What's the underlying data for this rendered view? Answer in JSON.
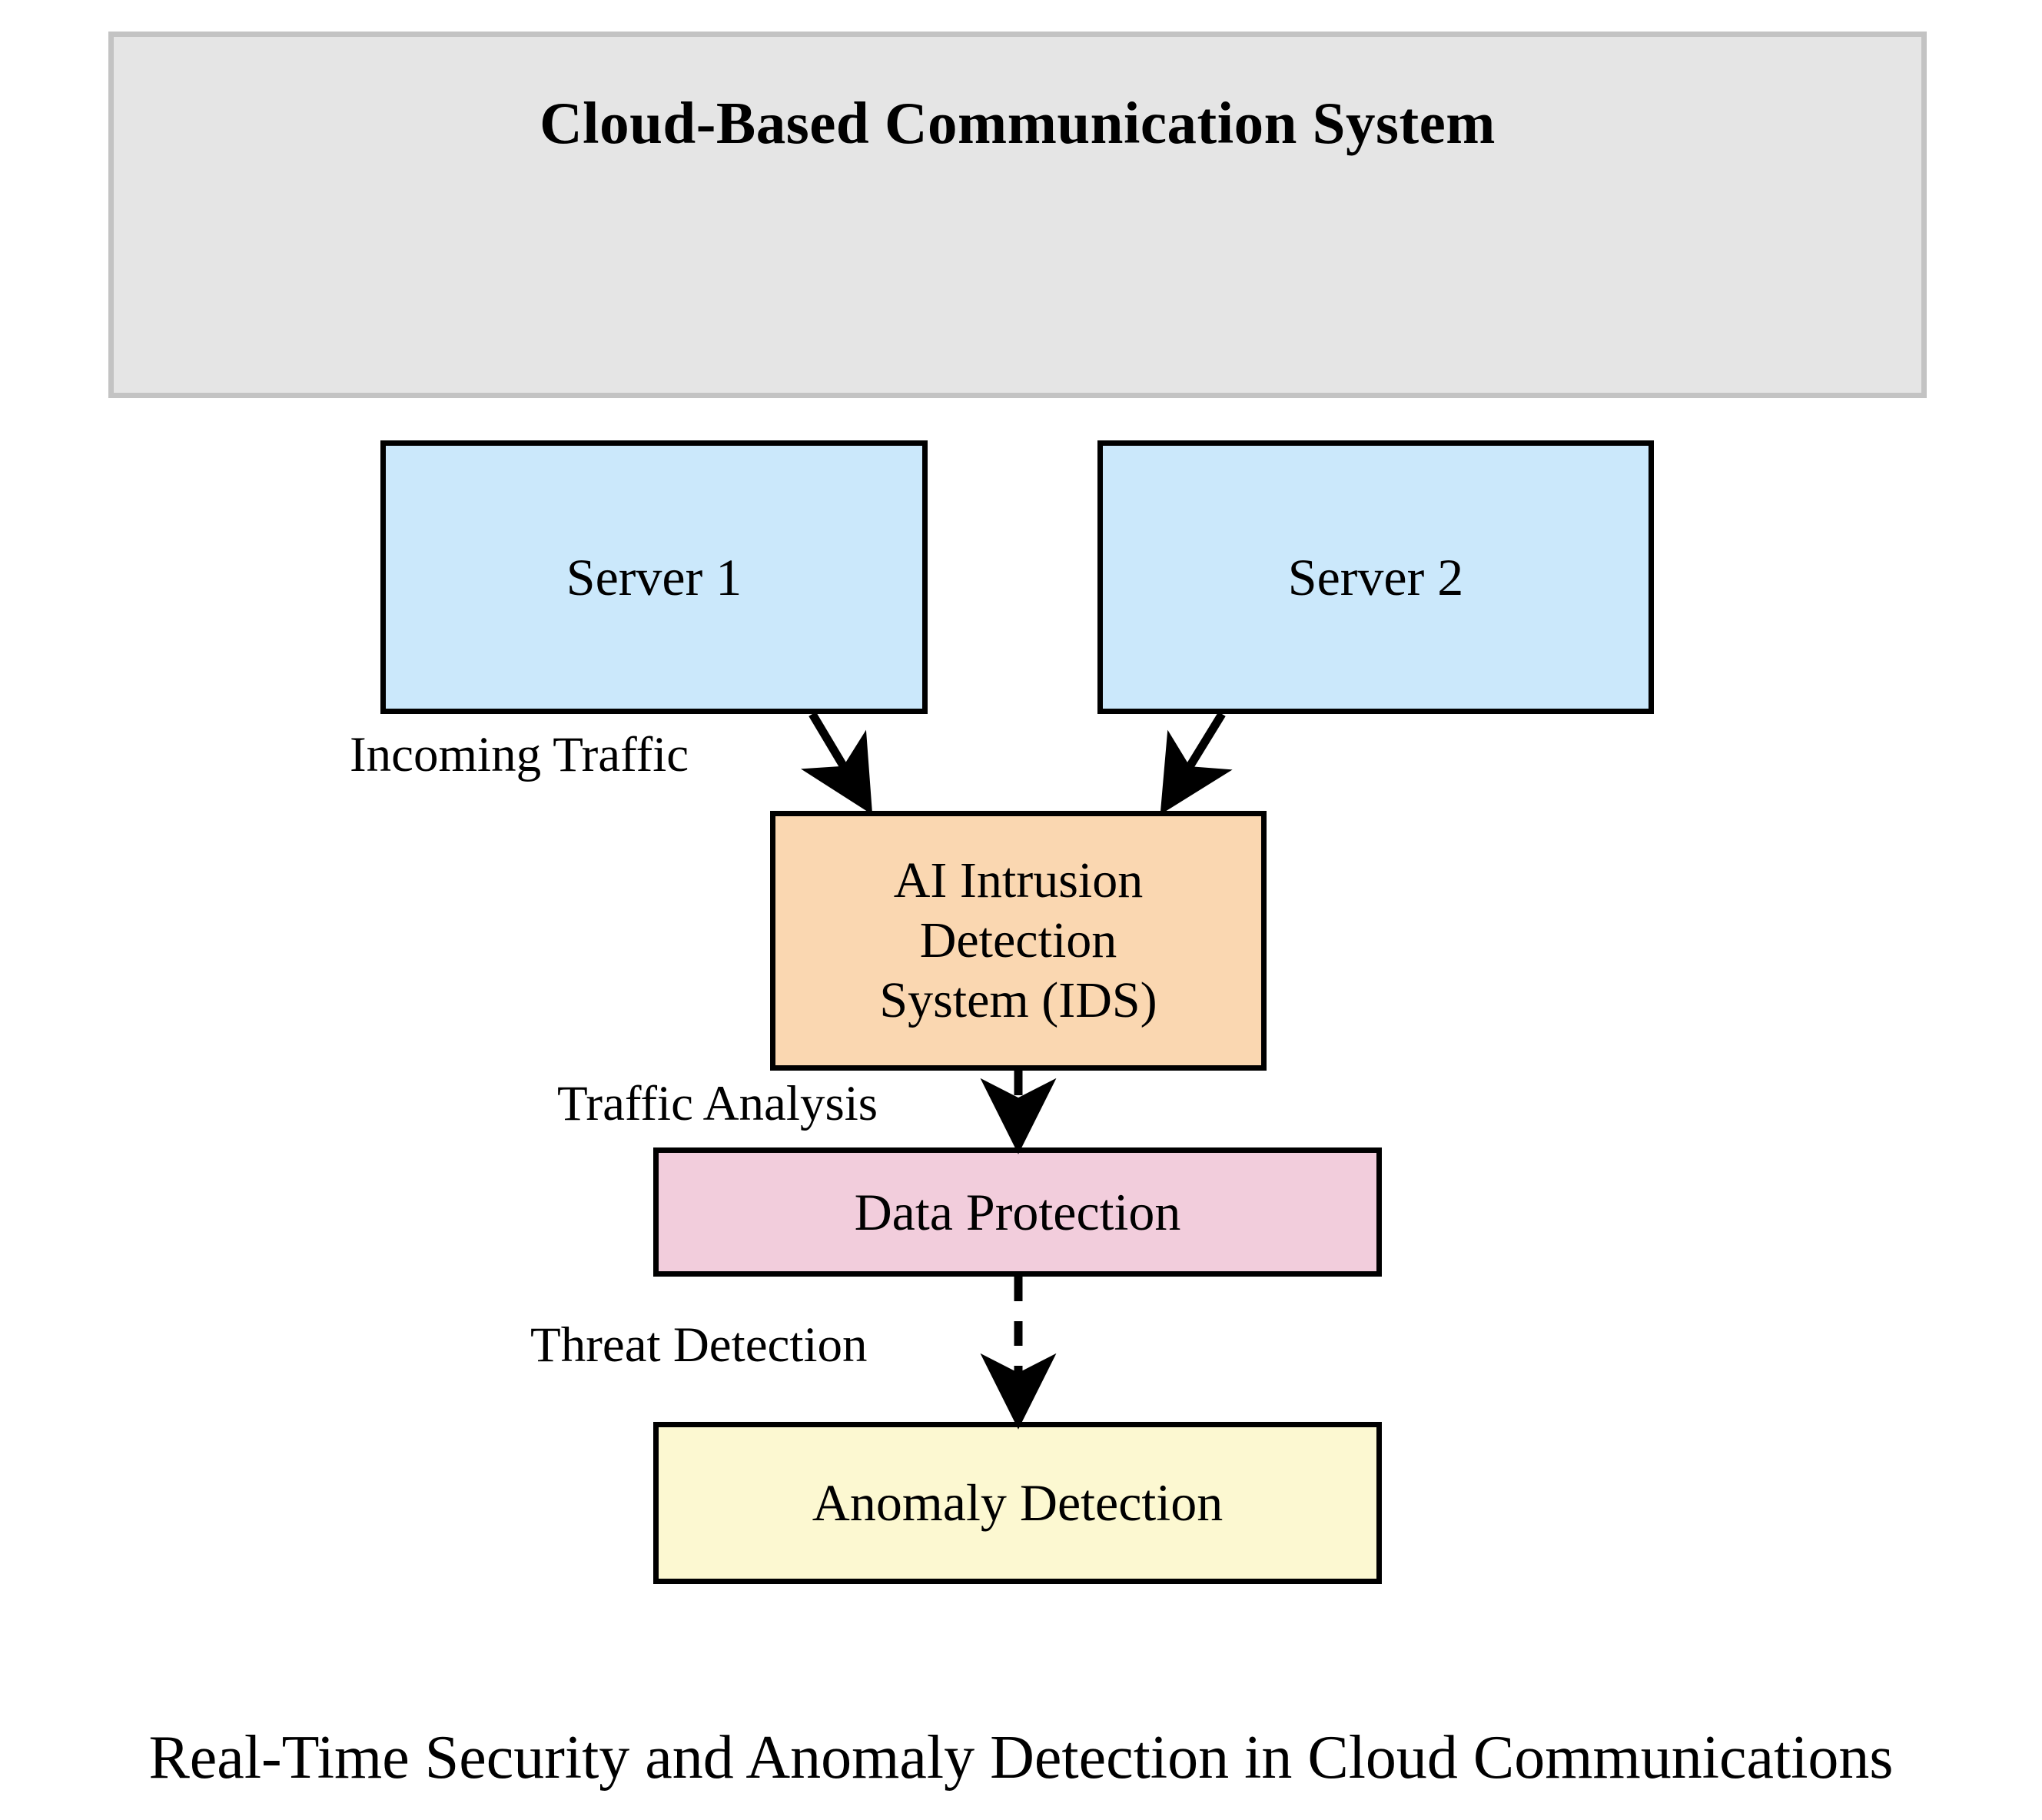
{
  "diagram": {
    "container": {
      "title": "Cloud-Based Communication System",
      "fill": "#e5e5e5",
      "border": "#c3c3c3"
    },
    "nodes": [
      {
        "id": "server1",
        "label": "Server 1",
        "fill": "#cbe8fb"
      },
      {
        "id": "server2",
        "label": "Server 2",
        "fill": "#cbe8fb"
      },
      {
        "id": "ids",
        "line1": "AI Intrusion",
        "line2": "Detection",
        "line3": "System (IDS)",
        "fill": "#fad7b1"
      },
      {
        "id": "data_protection",
        "label": "Data Protection",
        "fill": "#f2cddc"
      },
      {
        "id": "anomaly",
        "label": "Anomaly Detection",
        "fill": "#fcf8d1"
      }
    ],
    "edges": [
      {
        "id": "incoming",
        "label": "Incoming Traffic",
        "from": "server1",
        "to": "ids",
        "style": "solid"
      },
      {
        "id": "incoming2",
        "label": "",
        "from": "server2",
        "to": "ids",
        "style": "solid"
      },
      {
        "id": "traffic",
        "label": "Traffic Analysis",
        "from": "ids",
        "to": "data_protection",
        "style": "dashed"
      },
      {
        "id": "threat",
        "label": "Threat Detection",
        "from": "data_protection",
        "to": "anomaly",
        "style": "dashed"
      }
    ],
    "caption": "Real-Time Security and Anomaly Detection in Cloud Communications"
  }
}
